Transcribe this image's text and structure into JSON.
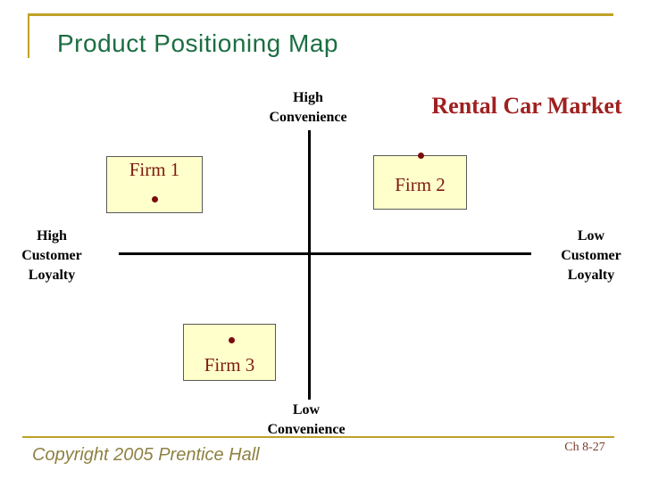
{
  "slide": {
    "title": "Product Positioning Map",
    "subtitle": "Rental Car Market",
    "footer": {
      "copyright": "Copyright 2005 Prentice Hall",
      "page": "Ch 8-27"
    }
  },
  "map": {
    "axis_labels": {
      "top": "High\nConvenience",
      "bottom": "Low\nConvenience",
      "left": "High\nCustomer\nLoyalty",
      "right": "Low\nCustomer\nLoyalty"
    },
    "firms": [
      {
        "label": "Firm 1",
        "marker": "dot",
        "quadrant": "high-convenience / high-customer-loyalty"
      },
      {
        "label": "Firm 2",
        "marker": "dot",
        "quadrant": "high-convenience / low-customer-loyalty"
      },
      {
        "label": "Firm 3",
        "marker": "dot",
        "quadrant": "low-convenience / high-customer-loyalty"
      }
    ]
  },
  "colors": {
    "title_green": "#1B6E42",
    "accent_gold": "#BFA226",
    "subtitle_red": "#A02020",
    "firm_box_fill": "#FFFFCC",
    "firm_text_red": "#7E1B10",
    "dot_maroon": "#7A0C0C",
    "copyright_olive": "#8E8142",
    "page_number_red": "#7B3A2A",
    "axis_black": "#000000"
  }
}
